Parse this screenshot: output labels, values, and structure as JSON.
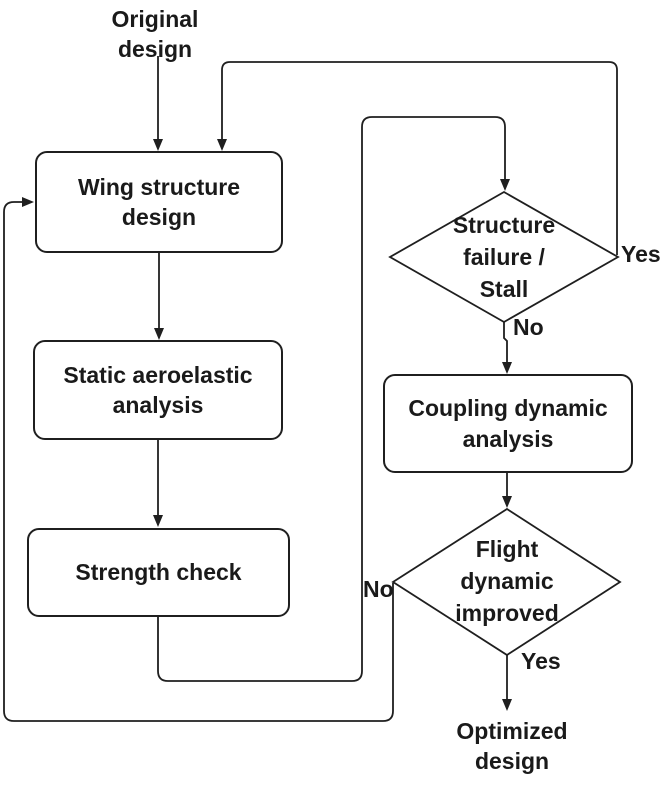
{
  "diagram": {
    "type": "flowchart",
    "nodes": {
      "original_design": {
        "label": "Original\ndesign",
        "shape": "text"
      },
      "wing_structure_design": {
        "label": "Wing structure\ndesign",
        "shape": "rounded-rect"
      },
      "static_aeroelastic_analysis": {
        "label": "Static aeroelastic\nanalysis",
        "shape": "rounded-rect"
      },
      "strength_check": {
        "label": "Strength check",
        "shape": "rounded-rect"
      },
      "structure_failure_stall": {
        "label": "Structure\nfailure /\nStall",
        "shape": "diamond"
      },
      "coupling_dynamic_analysis": {
        "label": "Coupling dynamic\nanalysis",
        "shape": "rounded-rect"
      },
      "flight_dynamic_improved": {
        "label": "Flight\ndynamic\nimproved",
        "shape": "diamond"
      },
      "optimized_design": {
        "label": "Optimized\ndesign",
        "shape": "text"
      }
    },
    "edge_labels": {
      "structure_failure_yes": "Yes",
      "structure_failure_no": "No",
      "flight_dynamic_no": "No",
      "flight_dynamic_yes": "Yes"
    },
    "edges": [
      "original_design -> wing_structure_design",
      "wing_structure_design -> static_aeroelastic_analysis",
      "static_aeroelastic_analysis -> strength_check",
      "strength_check -> structure_failure_stall",
      "structure_failure_stall -Yes-> wing_structure_design",
      "structure_failure_stall -No-> coupling_dynamic_analysis",
      "coupling_dynamic_analysis -> flight_dynamic_improved",
      "flight_dynamic_improved -No-> wing_structure_design",
      "flight_dynamic_improved -Yes-> optimized_design"
    ],
    "colors": {
      "stroke": "#1f1f1f",
      "text": "#1a1a1a",
      "background": "#ffffff"
    }
  }
}
